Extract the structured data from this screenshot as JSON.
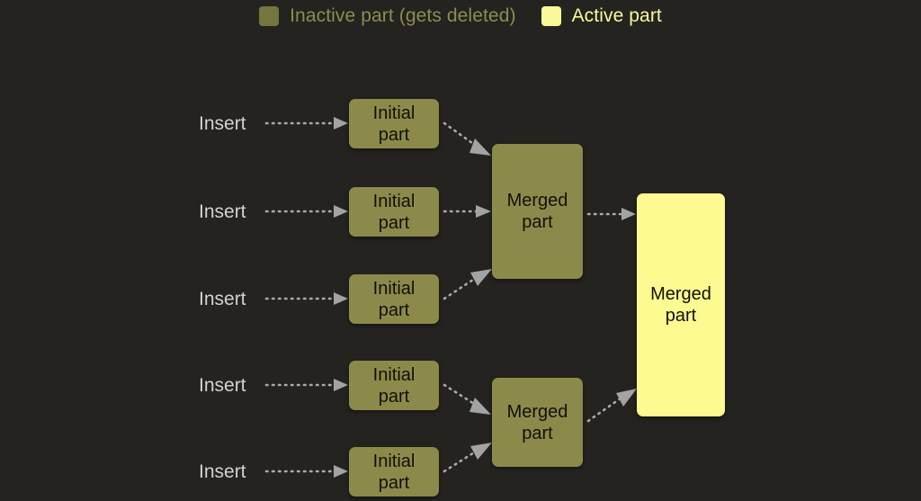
{
  "legend": {
    "items": [
      {
        "label": "Inactive part (gets deleted)",
        "swatch_name": "inactive-swatch",
        "color": "#77753e"
      },
      {
        "label": "Active part",
        "swatch_name": "active-swatch",
        "color": "#faf898"
      }
    ]
  },
  "colors": {
    "background": "#242320",
    "inactive_box": "#8c8a4b",
    "active_box": "#fcfa90",
    "box_text": "#111008",
    "insert_text": "#d2d2d2",
    "arrow": "#a9a9a9",
    "legend_inactive_text": "#8e8c50",
    "legend_active_text": "#faf898"
  },
  "inserts": [
    {
      "label": "Insert"
    },
    {
      "label": "Insert"
    },
    {
      "label": "Insert"
    },
    {
      "label": "Insert"
    },
    {
      "label": "Insert"
    }
  ],
  "initial_parts": [
    {
      "label": "Initial\npart",
      "state": "inactive"
    },
    {
      "label": "Initial\npart",
      "state": "inactive"
    },
    {
      "label": "Initial\npart",
      "state": "inactive"
    },
    {
      "label": "Initial\npart",
      "state": "inactive"
    },
    {
      "label": "Initial\npart",
      "state": "inactive"
    }
  ],
  "merged_parts": [
    {
      "label": "Merged\npart",
      "state": "inactive",
      "position": "top"
    },
    {
      "label": "Merged\npart",
      "state": "inactive",
      "position": "bottom"
    }
  ],
  "final_part": {
    "label": "Merged\npart",
    "state": "active"
  }
}
